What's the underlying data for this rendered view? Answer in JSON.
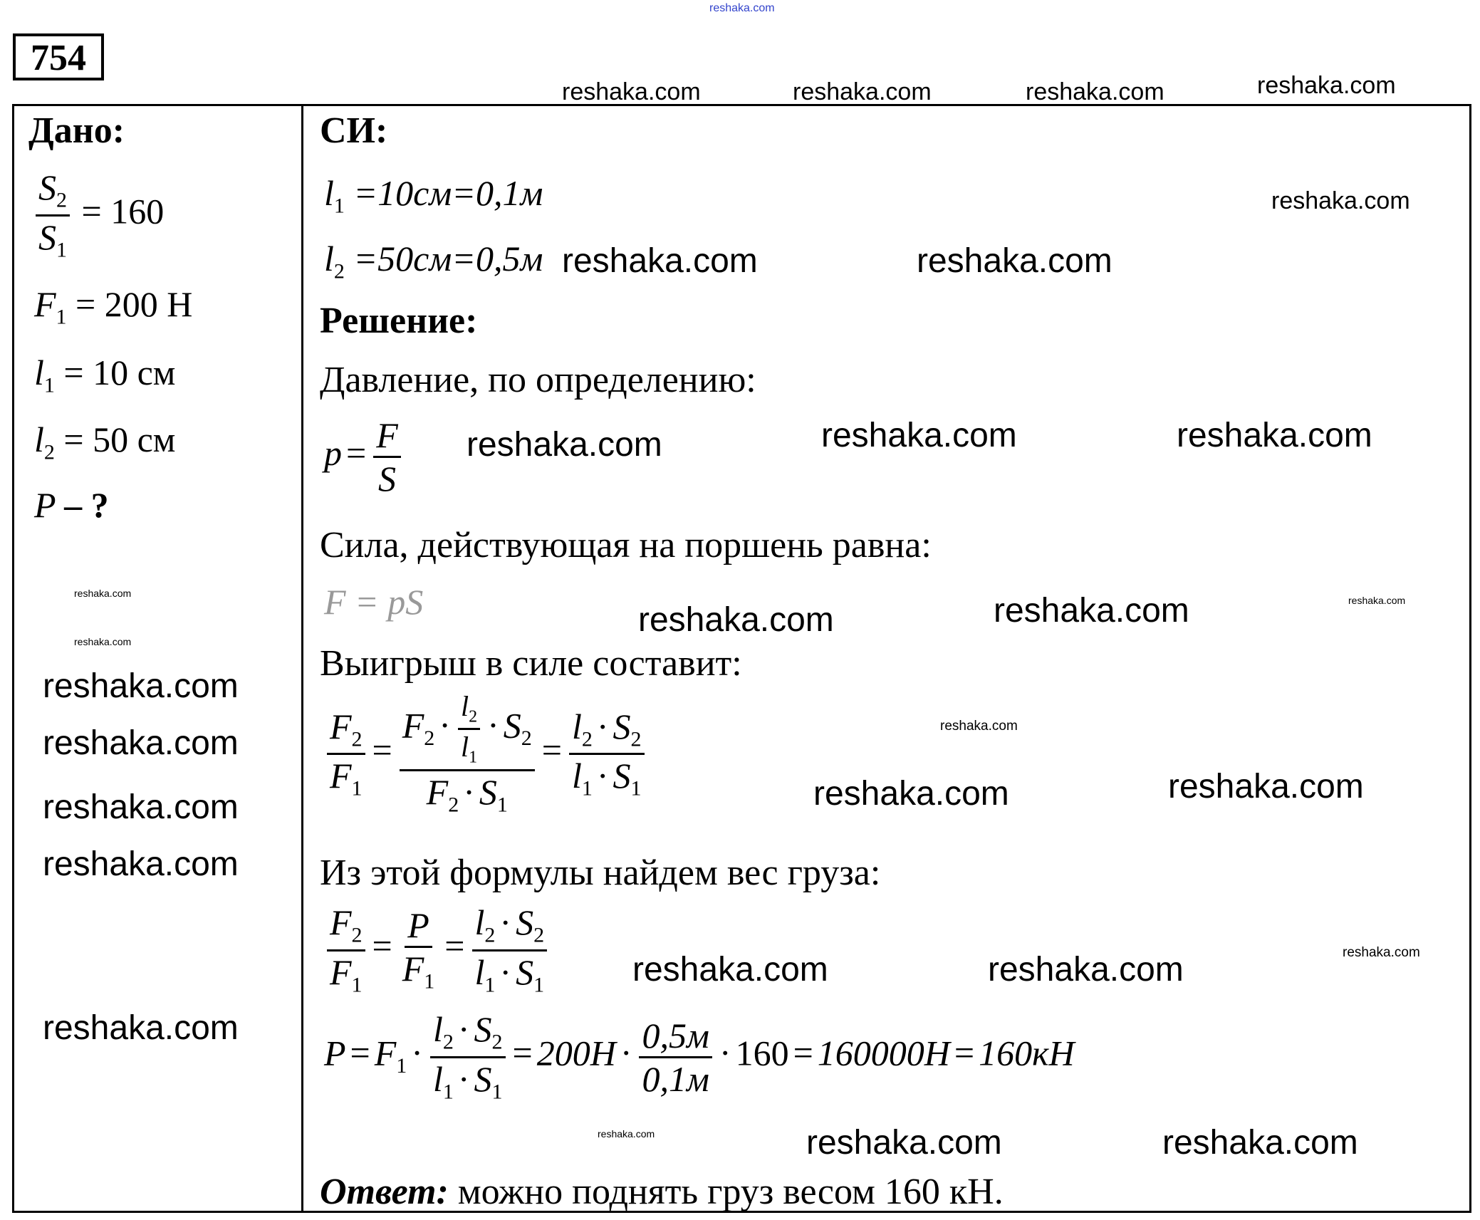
{
  "problem_number": "754",
  "v": {
    "F1": [
      "F",
      "1"
    ],
    "F2": [
      "F",
      "2"
    ],
    "S1": [
      "S",
      "1"
    ],
    "S2": [
      "S",
      "2"
    ],
    "l1": [
      "l",
      "1"
    ],
    "l2": [
      "l",
      "2"
    ],
    "P": [
      "P",
      ""
    ],
    "p": [
      "p",
      ""
    ],
    "F": [
      "F",
      ""
    ],
    "S": [
      "S",
      ""
    ]
  },
  "ops": {
    "eq": "=",
    "dot": "·"
  },
  "given": {
    "title": "Дано:",
    "ratio_value": "= 160",
    "f1_value": "= 200 Н",
    "l1_value": "= 10 см",
    "l2_value": "= 50 см",
    "find": "–  ?"
  },
  "si": {
    "title": "СИ:",
    "l1_value": "=10см=0,1м",
    "l2_value": "=50см=0,5м"
  },
  "solution": {
    "title": "Решение:",
    "text_pressure": "Давление, по определению:",
    "text_force": "Сила, действующая на поршень равна:",
    "force_formula": "F = pS",
    "text_gain": "Выигрыш в силе составит:",
    "text_find": "Из этой формулы найдем вес груза:",
    "calc": {
      "f1_value": "200H",
      "num": "0,5м",
      "den": "0,1м",
      "ratio": "160",
      "result_n": "160000H",
      "result_kn": "160кН"
    },
    "answer_label": "Ответ:",
    "answer_text": " можно поднять груз весом 160 кН."
  },
  "watermarks": {
    "text": "reshaka.com"
  }
}
